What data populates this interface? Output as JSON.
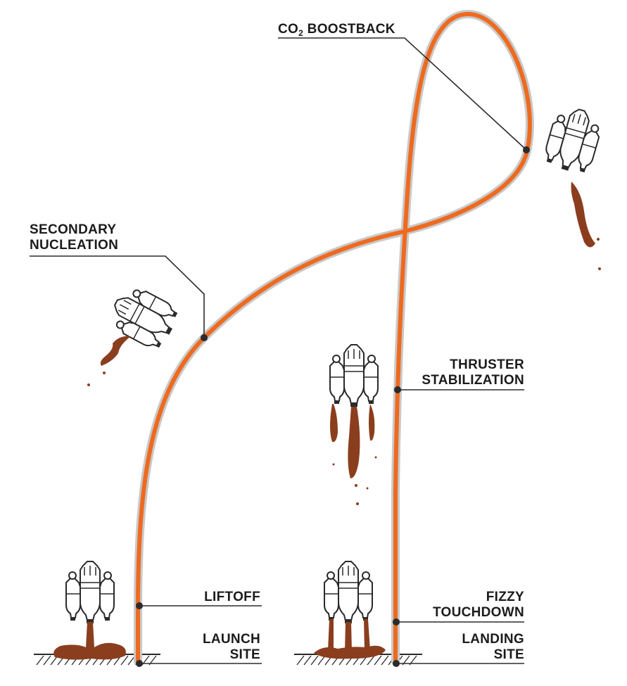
{
  "colors": {
    "trajectory": "#ee6a1f",
    "trajectory_halo": "#c9c9c9",
    "leader": "#2b2b2b",
    "soda": "#8a3e1e",
    "bottle_stroke": "#2a2a2a"
  },
  "labels": {
    "boostback": {
      "text": "CO",
      "sub": "2",
      "rest": " BOOSTBACK"
    },
    "secondary": {
      "line1": "SECONDARY",
      "line2": "NUCLEATION"
    },
    "thruster": {
      "line1": "THRUSTER",
      "line2": "STABILIZATION"
    },
    "liftoff": {
      "line1": "LIFTOFF"
    },
    "launch": {
      "line1": "LAUNCH",
      "line2": "SITE"
    },
    "fizzy": {
      "line1": "FIZZY",
      "line2": "TOUCHDOWN"
    },
    "landing": {
      "line1": "LANDING",
      "line2": "SITE"
    }
  },
  "icons": [
    "bottle-rocket-icon",
    "soda-splash-icon",
    "ground-hatch-icon"
  ]
}
